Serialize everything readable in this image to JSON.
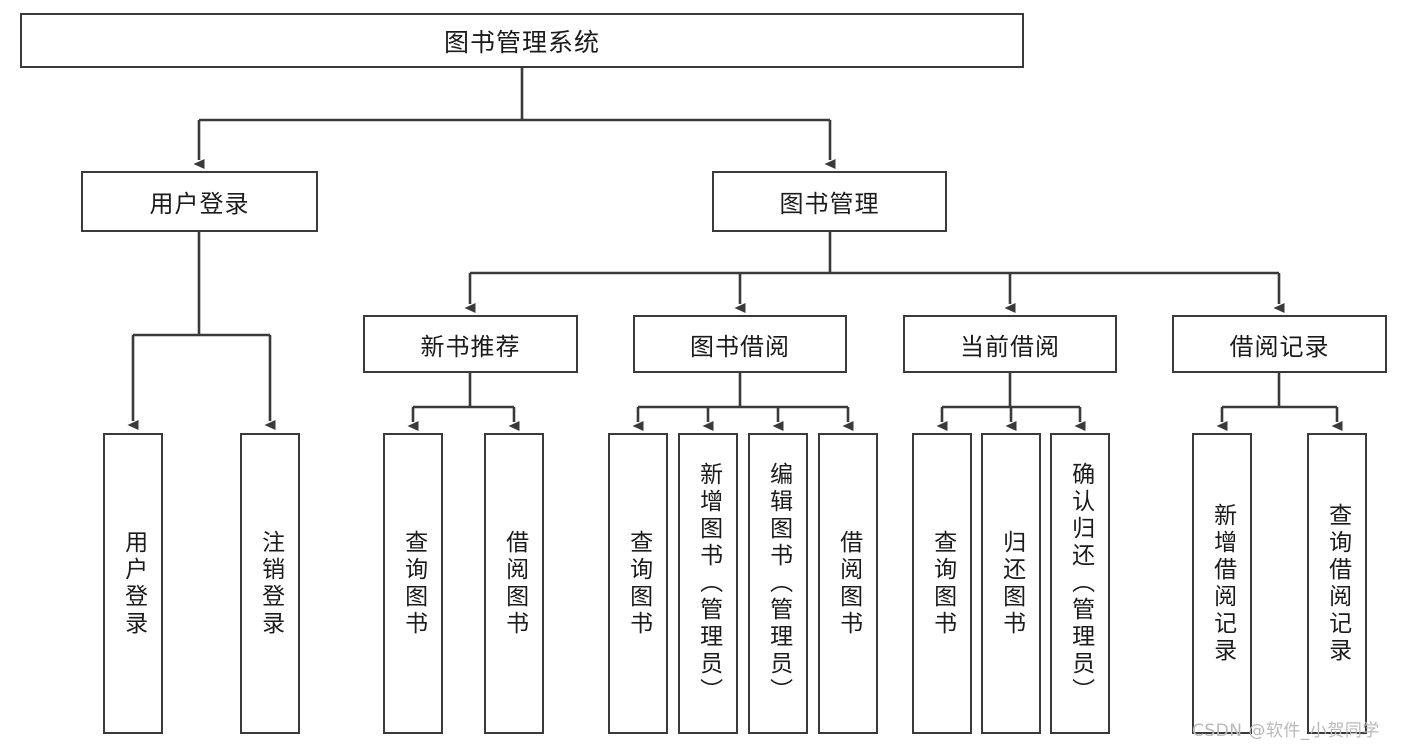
{
  "diagram": {
    "title": "图书管理系统",
    "type": "tree-structure-chart",
    "background_color": "#ffffff",
    "node_border_color": "#3a3a3a",
    "connector_color": "#3a3a3a",
    "text_color": "#1b1b1b"
  },
  "root": {
    "label": "图书管理系统"
  },
  "level2": [
    {
      "label": "用户登录"
    },
    {
      "label": "图书管理"
    }
  ],
  "level3": [
    {
      "label": "新书推荐"
    },
    {
      "label": "图书借阅"
    },
    {
      "label": "当前借阅"
    },
    {
      "label": "借阅记录"
    }
  ],
  "leaves": {
    "user_login": [
      {
        "label": "用户登录"
      },
      {
        "label": "注销登录"
      }
    ],
    "new_book_recommend": [
      {
        "label": "查询图书"
      },
      {
        "label": "借阅图书"
      }
    ],
    "book_borrow": [
      {
        "label": "查询图书"
      },
      {
        "label": "新增图书（管理员）"
      },
      {
        "label": "编辑图书（管理员）"
      },
      {
        "label": "借阅图书"
      }
    ],
    "current_borrow": [
      {
        "label": "查询图书"
      },
      {
        "label": "归还图书"
      },
      {
        "label": "确认归还（管理员）"
      }
    ],
    "borrow_record": [
      {
        "label": "新增借阅记录"
      },
      {
        "label": "查询借阅记录"
      }
    ]
  },
  "watermark": {
    "text": "CSDN @软件_小贺同学"
  }
}
